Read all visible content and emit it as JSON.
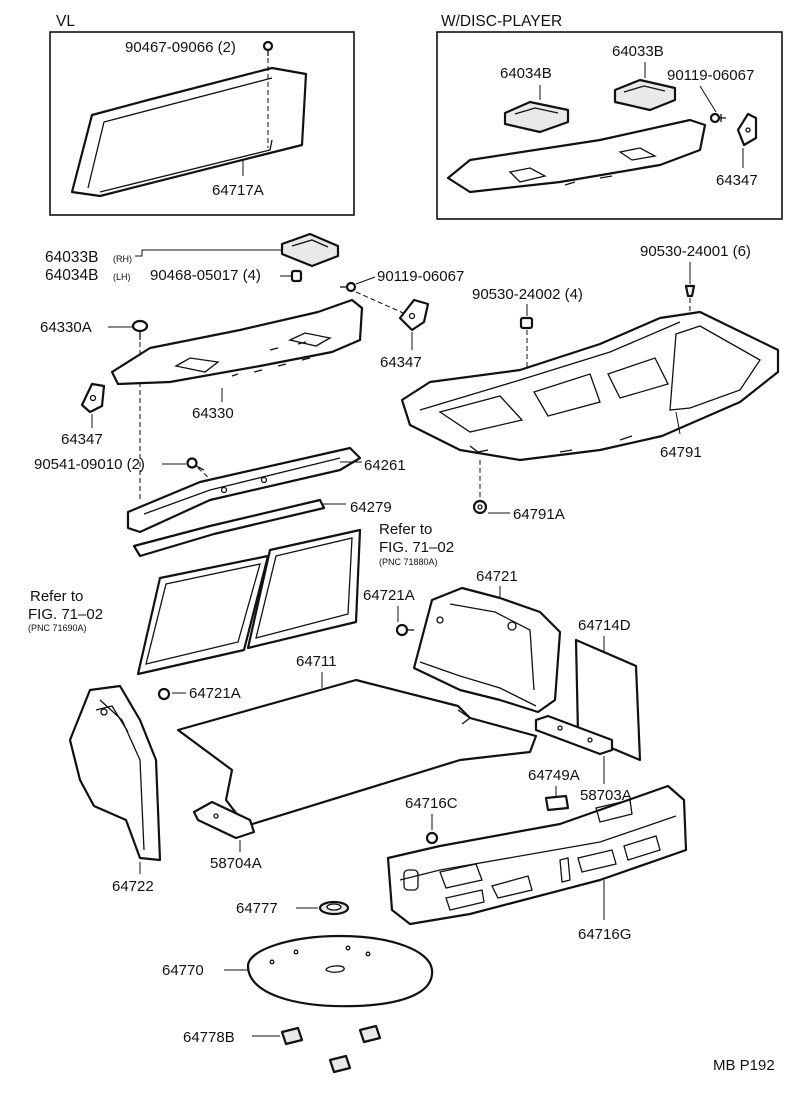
{
  "insets": {
    "vl": {
      "title": "VL",
      "labels": {
        "screw": "90467-09066 (2)",
        "panel": "64717A"
      }
    },
    "disc": {
      "title": "W/DISC-PLAYER",
      "labels": {
        "cover_b": "64033B",
        "cover_a": "64034B",
        "screw": "90119-06067",
        "bracket": "64347"
      }
    }
  },
  "labels": {
    "l64033b": "64033B",
    "l64033b_suffix": "(RH)",
    "l64034b": "64034B",
    "l64034b_suffix": "(LH)",
    "l90468": "90468-05017 (4)",
    "l90119": "90119-06067",
    "l90530_4001": "90530-24001 (6)",
    "l90530_4002": "90530-24002 (4)",
    "l64330a": "64330A",
    "l64347_right": "64347",
    "l64330": "64330",
    "l64347_left": "64347",
    "l64791": "64791",
    "l90541": "90541-09010 (2)",
    "l64261": "64261",
    "l64279": "64279",
    "l64791a": "64791A",
    "refer_right_1": "Refer to",
    "refer_right_2": "FIG. 71–02",
    "refer_right_pnc": "(PNC 71880A)",
    "refer_left_1": "Refer to",
    "refer_left_2": "FIG. 71–02",
    "refer_left_pnc": "(PNC 71690A)",
    "l64721": "64721",
    "l64721a_top": "64721A",
    "l64714d": "64714D",
    "l64711": "64711",
    "l64721a_left": "64721A",
    "l64749a": "64749A",
    "l58703a": "58703A",
    "l64716c": "64716C",
    "l58704a": "58704A",
    "l64722": "64722",
    "l64777": "64777",
    "l64716g": "64716G",
    "l64770": "64770",
    "l64778b": "64778B",
    "page_code": "MB P192"
  }
}
